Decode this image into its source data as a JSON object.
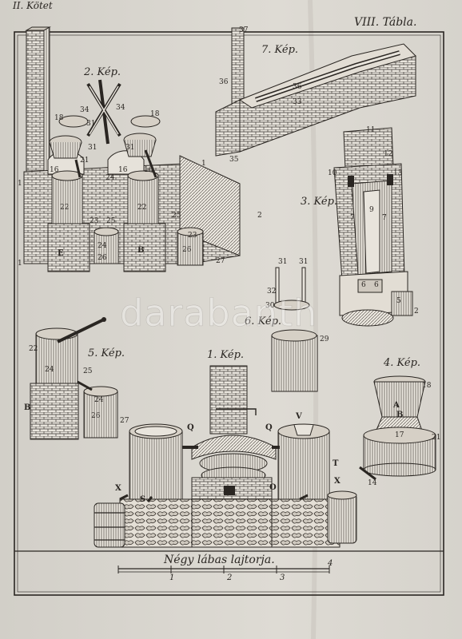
{
  "header": {
    "left": "II. Kötet",
    "right": "VIII. Tábla."
  },
  "figures": [
    {
      "id": "fig2",
      "caption": "2. Kép."
    },
    {
      "id": "fig7",
      "caption": "7. Kép."
    },
    {
      "id": "fig3",
      "caption": "3. Kép."
    },
    {
      "id": "fig6",
      "caption": "6. Kép."
    },
    {
      "id": "fig5",
      "caption": "5. Kép."
    },
    {
      "id": "fig1",
      "caption": "1. Kép."
    },
    {
      "id": "fig4",
      "caption": "4. Kép."
    }
  ],
  "labels": {
    "fig2": [
      "18",
      "34",
      "34",
      "18",
      "31",
      "31",
      "31",
      "21",
      "16",
      "16",
      "16",
      "24",
      "22",
      "22",
      "23",
      "25",
      "25",
      "E",
      "B",
      "24",
      "26",
      "23",
      "26",
      "27",
      "1",
      "1",
      "1",
      "2"
    ],
    "fig7": [
      "37",
      "36",
      "35",
      "36",
      "33"
    ],
    "fig3": [
      "11",
      "12",
      "10",
      "13",
      "7",
      "9",
      "7",
      "6",
      "6",
      "5",
      "2"
    ],
    "fig6": [
      "31",
      "31",
      "32",
      "30",
      "29"
    ],
    "fig5": [
      "22",
      "24",
      "25",
      "B",
      "24",
      "26",
      "27"
    ],
    "fig1": [
      "Q",
      "Q",
      "V",
      "T",
      "X",
      "X",
      "S",
      "O"
    ],
    "fig4": [
      "18",
      "A",
      "B",
      "17",
      "21",
      "14"
    ]
  },
  "scale": {
    "title": "Négy lábas lajtorja.",
    "ticks": [
      "1",
      "2",
      "3",
      "4"
    ]
  },
  "watermark": "darabanth"
}
